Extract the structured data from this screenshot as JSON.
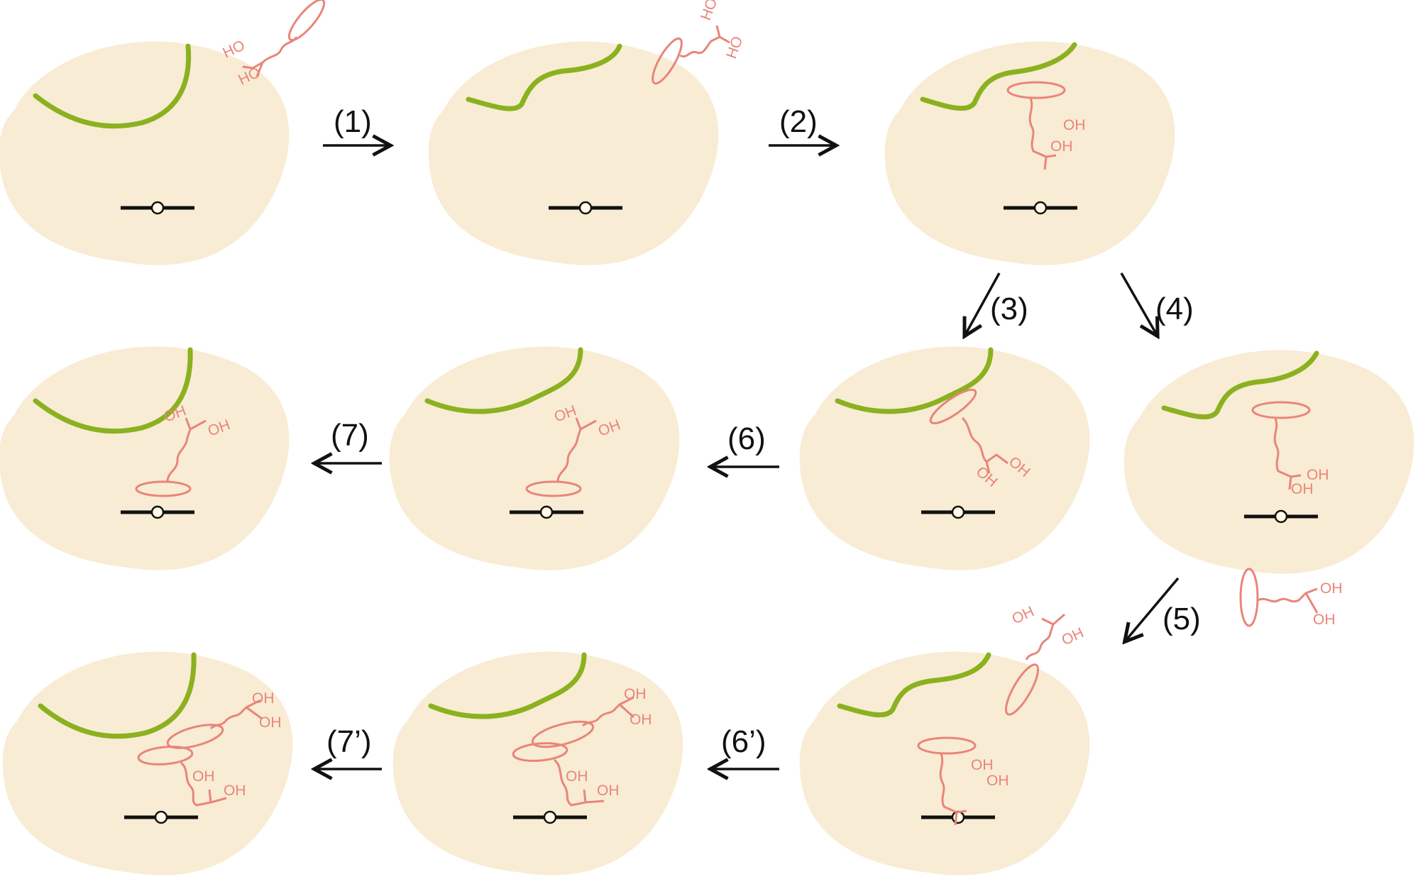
{
  "colors": {
    "cell_fill": "#f8ecd4",
    "membrane_green": "#8bb11f",
    "ligand_salmon": "#e9857a",
    "arrow_black": "#111111",
    "site_fill": "#fffbe8"
  },
  "hydroxyl_label": "OH",
  "hydroxyl_label_reversed": "HO",
  "steps": {
    "s1": "(1)",
    "s2": "(2)",
    "s3": "(3)",
    "s4": "(4)",
    "s5": "(5)",
    "s6": "(6)",
    "s7": "(7)",
    "s6p": "(6’)",
    "s7p": "(7’)"
  }
}
